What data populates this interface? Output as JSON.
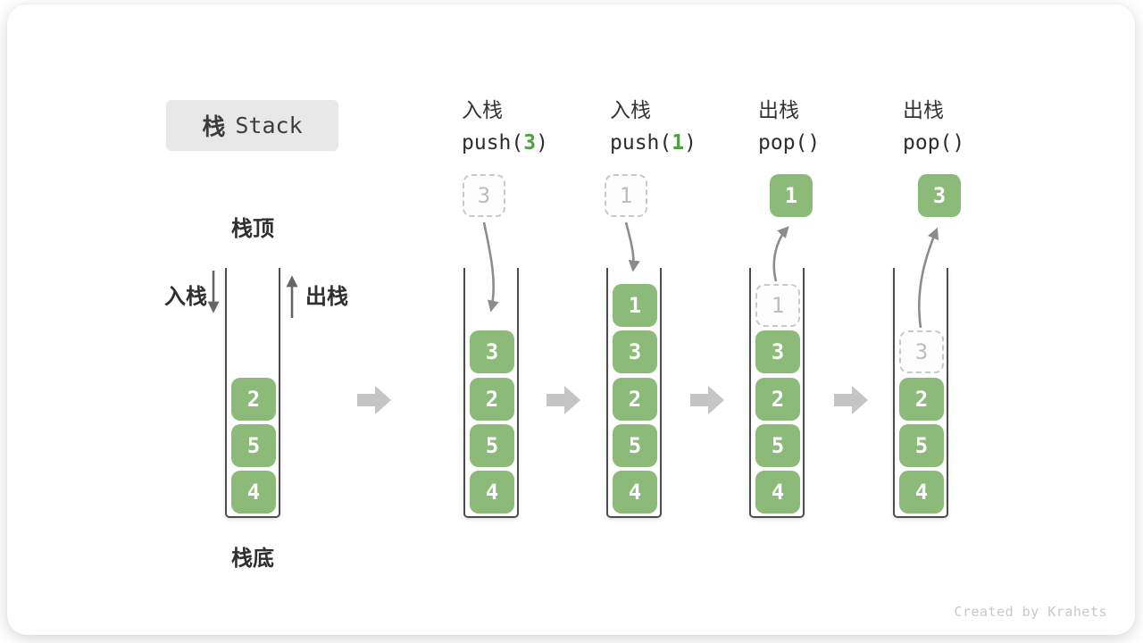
{
  "title": {
    "zh": "栈",
    "en": "Stack"
  },
  "legend": {
    "stack_top": "栈顶",
    "stack_bottom": "栈底",
    "push": "入栈",
    "pop": "出栈"
  },
  "initial_stack": {
    "cells": [
      "2",
      "5",
      "4"
    ]
  },
  "steps": [
    {
      "label": "入栈",
      "code_pre": "push(",
      "code_arg": "3",
      "code_post": ")",
      "floating": "3",
      "floating_style": "dashed",
      "cells": [
        "3",
        "2",
        "5",
        "4"
      ]
    },
    {
      "label": "入栈",
      "code_pre": "push(",
      "code_arg": "1",
      "code_post": ")",
      "floating": "1",
      "floating_style": "dashed",
      "cells": [
        "1",
        "3",
        "2",
        "5",
        "4"
      ]
    },
    {
      "label": "出栈",
      "code_pre": "pop(",
      "code_arg": "",
      "code_post": ")",
      "floating": "1",
      "floating_style": "solid",
      "ghost": "1",
      "cells": [
        "3",
        "2",
        "5",
        "4"
      ]
    },
    {
      "label": "出栈",
      "code_pre": "pop(",
      "code_arg": "",
      "code_post": ")",
      "floating": "3",
      "floating_style": "solid",
      "ghost": "3",
      "cells": [
        "2",
        "5",
        "4"
      ]
    }
  ],
  "watermark": "Created by Krahets",
  "colors": {
    "cell_green": "#8bba79",
    "code_arg_green": "#4e9e43",
    "container_border": "#4d4d4d",
    "flow_arrow_gray": "#c5c5c5",
    "push_pop_arrow_gray": "#8c8c8c",
    "direction_arrow_gray": "#666666"
  }
}
